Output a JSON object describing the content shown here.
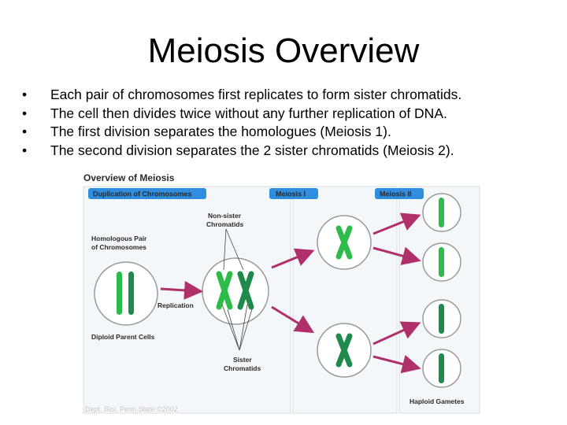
{
  "title": "Meiosis Overview",
  "bullets": [
    "Each pair of chromosomes first replicates to form sister chromatids.",
    "The cell then divides twice  without any further replication of DNA.",
    "The first division separates the homologues (Meiosis 1).",
    "The second division separates the 2 sister chromatids (Meiosis 2)."
  ],
  "bullet_glyph": "•",
  "diagram": {
    "heading": "Overview of Meiosis",
    "stage_headers": [
      "Duplication of Chromosomes",
      "Meiosis I",
      "Meiosis II"
    ],
    "labels": {
      "non_sister_1": "Non-sister",
      "non_sister_2": "Chromatids",
      "homologous_1": "Homologous Pair",
      "homologous_2": "of Chromosomes",
      "replication": "Replication",
      "diploid": "Diploid Parent Cells",
      "sister_1": "Sister",
      "sister_2": "Chromatids",
      "haploid": "Haploid Gametes",
      "credit": "Dept. Biol. Penn State ©2002"
    },
    "colors": {
      "header_blue": "#2f8ee0",
      "heading_blue": "#2a7fd4",
      "chromosome_light": "#2dbb4a",
      "chromosome_dark": "#1e8a4c",
      "arrow": "#b0306a",
      "cell_outline": "#9a9a9a"
    }
  }
}
